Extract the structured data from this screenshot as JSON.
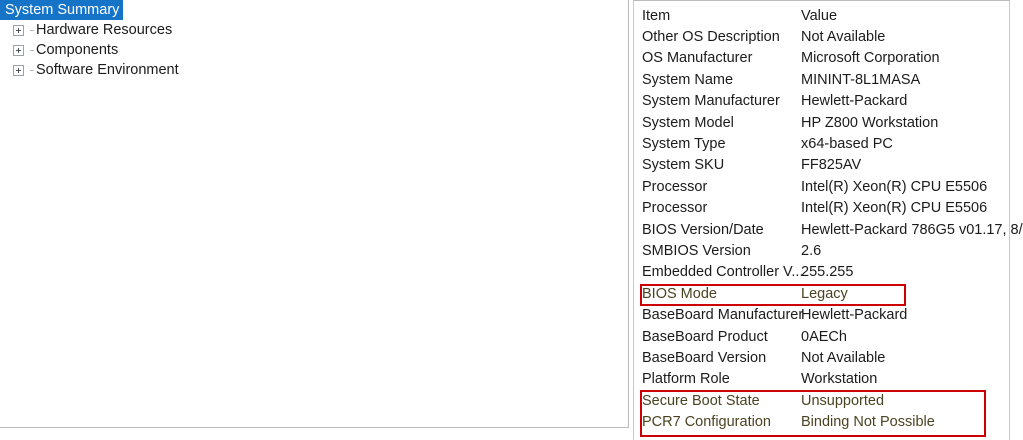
{
  "tree": {
    "items": [
      {
        "label": "System Summary",
        "selected": true,
        "expandable": false
      },
      {
        "label": "Hardware Resources",
        "selected": false,
        "expandable": true
      },
      {
        "label": "Components",
        "selected": false,
        "expandable": true
      },
      {
        "label": "Software Environment",
        "selected": false,
        "expandable": true
      }
    ]
  },
  "list": {
    "columns": {
      "item": "Item",
      "value": "Value"
    },
    "rows": [
      {
        "item": "Other OS Description",
        "value": "Not Available"
      },
      {
        "item": "OS Manufacturer",
        "value": "Microsoft Corporation"
      },
      {
        "item": "System Name",
        "value": "MININT-8L1MASA"
      },
      {
        "item": "System Manufacturer",
        "value": "Hewlett-Packard"
      },
      {
        "item": "System Model",
        "value": "HP Z800 Workstation"
      },
      {
        "item": "System Type",
        "value": "x64-based PC"
      },
      {
        "item": "System SKU",
        "value": "FF825AV"
      },
      {
        "item": "Processor",
        "value": "Intel(R) Xeon(R) CPU            E5506"
      },
      {
        "item": "Processor",
        "value": "Intel(R) Xeon(R) CPU            E5506"
      },
      {
        "item": "BIOS Version/Date",
        "value": "Hewlett-Packard 786G5 v01.17, 8/"
      },
      {
        "item": "SMBIOS Version",
        "value": "2.6"
      },
      {
        "item": "Embedded Controller V...",
        "value": "255.255"
      },
      {
        "item": "BIOS Mode",
        "value": "Legacy",
        "highlighted": true
      },
      {
        "item": "BaseBoard Manufacturer",
        "value": "Hewlett-Packard"
      },
      {
        "item": "BaseBoard Product",
        "value": "0AECh"
      },
      {
        "item": "BaseBoard Version",
        "value": "Not Available"
      },
      {
        "item": "Platform Role",
        "value": "Workstation"
      },
      {
        "item": "Secure Boot State",
        "value": "Unsupported",
        "highlighted": true
      },
      {
        "item": "PCR7 Configuration",
        "value": "Binding Not Possible",
        "highlighted": true
      }
    ]
  },
  "annotations": {
    "color": "#cc0000",
    "boxes": [
      {
        "name": "bios-mode-highlight"
      },
      {
        "name": "secure-boot-highlight"
      }
    ]
  },
  "theme": {
    "selection_blue": "#1573c8",
    "text": "#1b1b1b",
    "highlight_text": "#4a4322",
    "border": "#bcbcbc"
  }
}
